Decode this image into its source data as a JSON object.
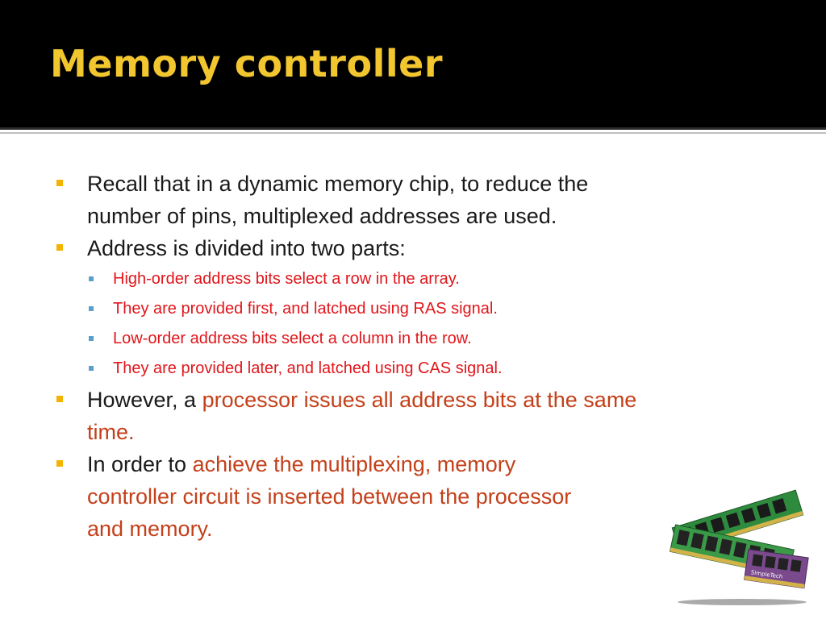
{
  "slide": {
    "title": "Memory controller",
    "bullets": [
      {
        "line1": "Recall that in a dynamic memory chip, to reduce the",
        "line2": "number of pins, multiplexed addresses are used."
      },
      {
        "line1": "Address is divided into two parts:"
      }
    ],
    "sub_bullets": [
      "High-order address bits select a row in the array.",
      "They are provided first, and latched using RAS signal.",
      "Low-order address bits select a column in the row.",
      "They are provided later, and latched using CAS signal."
    ],
    "bullet3": {
      "prefix": "However, a ",
      "highlight1": "processor issues all address bits at the same",
      "highlight2": "time."
    },
    "bullet4": {
      "prefix": "In order to ",
      "highlight1": "achieve the multiplexing, memory",
      "highlight2": "controller circuit is inserted between the processor",
      "highlight3": "and memory."
    },
    "image_label": "SimpleTech"
  },
  "colors": {
    "title": "#f2c62f",
    "title_band": "#000000",
    "body_text": "#1a1a1a",
    "sub_text": "#e0161b",
    "highlight": "#c4401a",
    "bullet_l1": "#f2b400",
    "bullet_l2": "#5aa0c8"
  }
}
